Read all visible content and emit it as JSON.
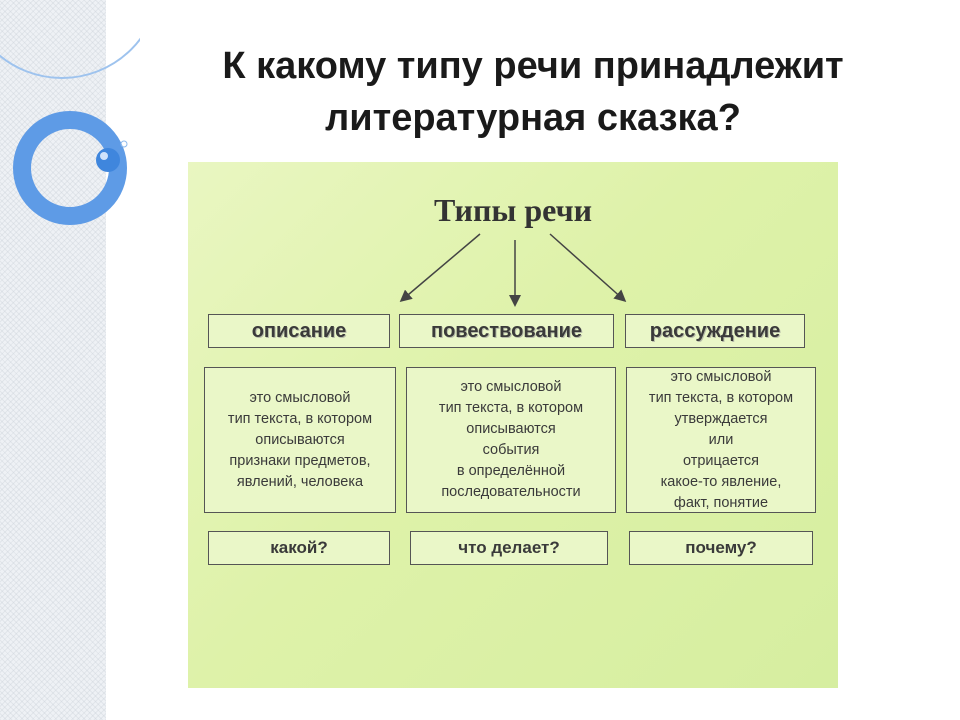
{
  "slide": {
    "title_line1": "К какому типу речи принадлежит",
    "title_line2": "литературная сказка?"
  },
  "diagram": {
    "heading": "Типы речи",
    "types": [
      {
        "label": "описание",
        "description": "это смысловой\nтип текста, в котором\nописываются\nпризнаки предметов,\nявлений, человека",
        "question": "какой?"
      },
      {
        "label": "повествование",
        "description": "это смысловой\nтип текста, в котором\nописываются\nсобытия\nв определённой\nпоследовательности",
        "question": "что делает?"
      },
      {
        "label": "рассуждение",
        "description": "это смысловой\nтип текста, в котором\nутверждается\nили\nотрицается\nкакое-то явление,\nфакт, понятие",
        "question": "почему?"
      }
    ]
  },
  "colors": {
    "panel_green": "#def2a9",
    "box_fill": "#eaf7c8",
    "border": "#555555",
    "decor_blue": "#4a8fe0"
  }
}
